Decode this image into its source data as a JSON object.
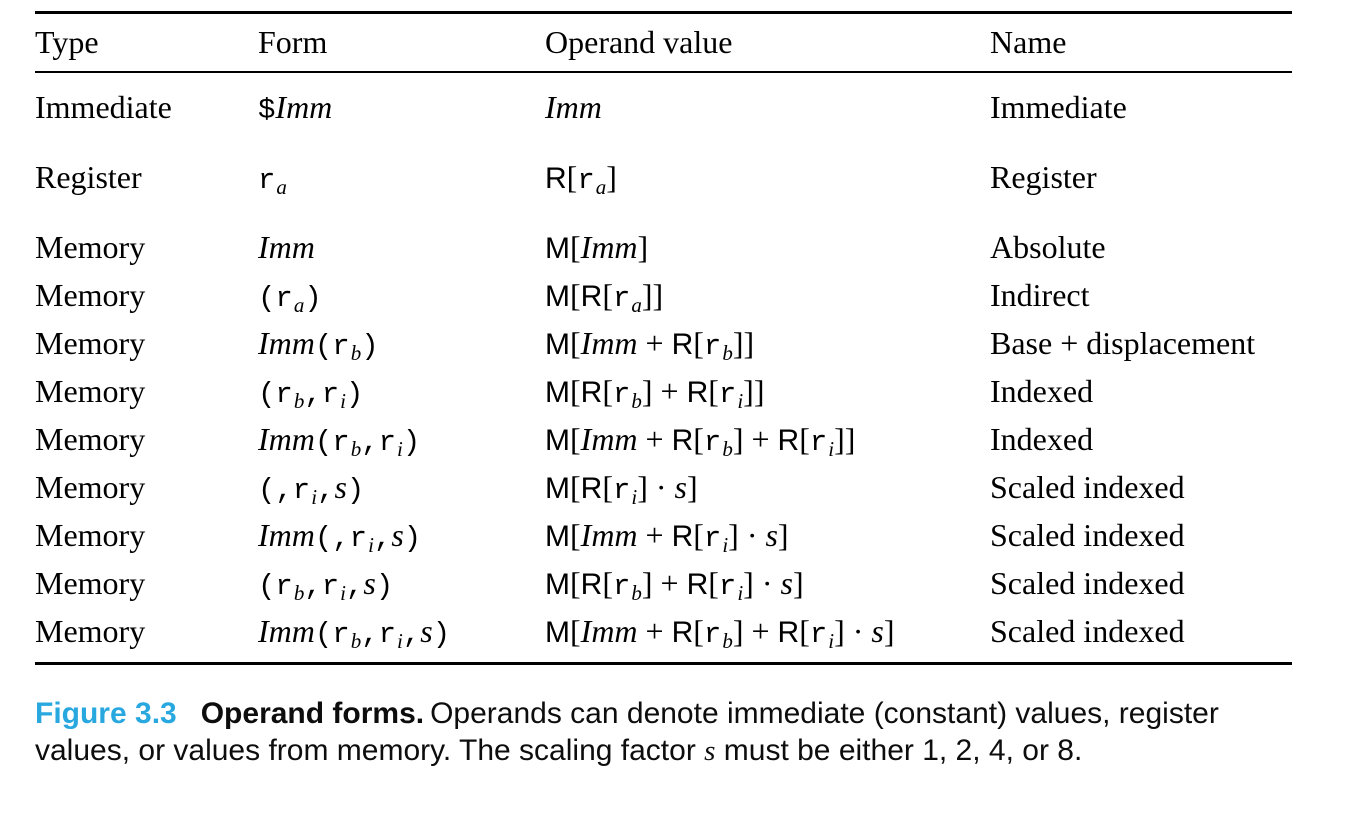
{
  "accent_color": "#29a8e0",
  "text_color": "#000000",
  "table": {
    "headers": [
      "Type",
      "Form",
      "Operand value",
      "Name"
    ],
    "rows": [
      {
        "type": "Immediate",
        "form": [
          {
            "st": "tt",
            "t": "$"
          },
          {
            "st": "it",
            "t": "Imm"
          }
        ],
        "value": [
          {
            "st": "it",
            "t": "Imm"
          }
        ],
        "name": "Immediate"
      },
      {
        "type": "Register",
        "form": [
          {
            "st": "tt",
            "t": "r"
          },
          {
            "st": "sub",
            "t": "a"
          }
        ],
        "value": [
          {
            "st": "sf",
            "t": "R"
          },
          {
            "st": "rm",
            "t": "["
          },
          {
            "st": "tt",
            "t": "r"
          },
          {
            "st": "sub",
            "t": "a"
          },
          {
            "st": "rm",
            "t": "]"
          }
        ],
        "name": "Register"
      },
      {
        "type": "Memory",
        "form": [
          {
            "st": "it",
            "t": "Imm"
          }
        ],
        "value": [
          {
            "st": "sf",
            "t": "M"
          },
          {
            "st": "rm",
            "t": "["
          },
          {
            "st": "it",
            "t": "Imm"
          },
          {
            "st": "rm",
            "t": "]"
          }
        ],
        "name": "Absolute"
      },
      {
        "type": "Memory",
        "form": [
          {
            "st": "tt",
            "t": "(r"
          },
          {
            "st": "sub",
            "t": "a"
          },
          {
            "st": "tt",
            "t": ")"
          }
        ],
        "value": [
          {
            "st": "sf",
            "t": "M"
          },
          {
            "st": "rm",
            "t": "["
          },
          {
            "st": "sf",
            "t": "R"
          },
          {
            "st": "rm",
            "t": "["
          },
          {
            "st": "tt",
            "t": "r"
          },
          {
            "st": "sub",
            "t": "a"
          },
          {
            "st": "rm",
            "t": "]]"
          }
        ],
        "name": "Indirect"
      },
      {
        "type": "Memory",
        "form": [
          {
            "st": "it",
            "t": "Imm"
          },
          {
            "st": "tt",
            "t": "(r"
          },
          {
            "st": "sub",
            "t": "b"
          },
          {
            "st": "tt",
            "t": ")"
          }
        ],
        "value": [
          {
            "st": "sf",
            "t": "M"
          },
          {
            "st": "rm",
            "t": "["
          },
          {
            "st": "it",
            "t": "Imm"
          },
          {
            "st": "rm",
            "t": " + "
          },
          {
            "st": "sf",
            "t": "R"
          },
          {
            "st": "rm",
            "t": "["
          },
          {
            "st": "tt",
            "t": "r"
          },
          {
            "st": "sub",
            "t": "b"
          },
          {
            "st": "rm",
            "t": "]]"
          }
        ],
        "name": "Base + displacement"
      },
      {
        "type": "Memory",
        "form": [
          {
            "st": "tt",
            "t": "(r"
          },
          {
            "st": "sub",
            "t": "b"
          },
          {
            "st": "tt",
            "t": ",r"
          },
          {
            "st": "sub",
            "t": "i"
          },
          {
            "st": "tt",
            "t": ")"
          }
        ],
        "value": [
          {
            "st": "sf",
            "t": "M"
          },
          {
            "st": "rm",
            "t": "["
          },
          {
            "st": "sf",
            "t": "R"
          },
          {
            "st": "rm",
            "t": "["
          },
          {
            "st": "tt",
            "t": "r"
          },
          {
            "st": "sub",
            "t": "b"
          },
          {
            "st": "rm",
            "t": "] + "
          },
          {
            "st": "sf",
            "t": "R"
          },
          {
            "st": "rm",
            "t": "["
          },
          {
            "st": "tt",
            "t": "r"
          },
          {
            "st": "sub",
            "t": "i"
          },
          {
            "st": "rm",
            "t": "]]"
          }
        ],
        "name": "Indexed"
      },
      {
        "type": "Memory",
        "form": [
          {
            "st": "it",
            "t": "Imm"
          },
          {
            "st": "tt",
            "t": "(r"
          },
          {
            "st": "sub",
            "t": "b"
          },
          {
            "st": "tt",
            "t": ",r"
          },
          {
            "st": "sub",
            "t": "i"
          },
          {
            "st": "tt",
            "t": ")"
          }
        ],
        "value": [
          {
            "st": "sf",
            "t": "M"
          },
          {
            "st": "rm",
            "t": "["
          },
          {
            "st": "it",
            "t": "Imm"
          },
          {
            "st": "rm",
            "t": " + "
          },
          {
            "st": "sf",
            "t": "R"
          },
          {
            "st": "rm",
            "t": "["
          },
          {
            "st": "tt",
            "t": "r"
          },
          {
            "st": "sub",
            "t": "b"
          },
          {
            "st": "rm",
            "t": "] + "
          },
          {
            "st": "sf",
            "t": "R"
          },
          {
            "st": "rm",
            "t": "["
          },
          {
            "st": "tt",
            "t": "r"
          },
          {
            "st": "sub",
            "t": "i"
          },
          {
            "st": "rm",
            "t": "]]"
          }
        ],
        "name": "Indexed"
      },
      {
        "type": "Memory",
        "form": [
          {
            "st": "tt",
            "t": "(,r"
          },
          {
            "st": "sub",
            "t": "i"
          },
          {
            "st": "tt",
            "t": ","
          },
          {
            "st": "it",
            "t": "s"
          },
          {
            "st": "tt",
            "t": ")"
          }
        ],
        "value": [
          {
            "st": "sf",
            "t": "M"
          },
          {
            "st": "rm",
            "t": "["
          },
          {
            "st": "sf",
            "t": "R"
          },
          {
            "st": "rm",
            "t": "["
          },
          {
            "st": "tt",
            "t": "r"
          },
          {
            "st": "sub",
            "t": "i"
          },
          {
            "st": "rm",
            "t": "] · "
          },
          {
            "st": "it",
            "t": "s"
          },
          {
            "st": "rm",
            "t": "]"
          }
        ],
        "name": "Scaled indexed"
      },
      {
        "type": "Memory",
        "form": [
          {
            "st": "it",
            "t": "Imm"
          },
          {
            "st": "tt",
            "t": "(,r"
          },
          {
            "st": "sub",
            "t": "i"
          },
          {
            "st": "tt",
            "t": ","
          },
          {
            "st": "it",
            "t": "s"
          },
          {
            "st": "tt",
            "t": ")"
          }
        ],
        "value": [
          {
            "st": "sf",
            "t": "M"
          },
          {
            "st": "rm",
            "t": "["
          },
          {
            "st": "it",
            "t": "Imm"
          },
          {
            "st": "rm",
            "t": " + "
          },
          {
            "st": "sf",
            "t": "R"
          },
          {
            "st": "rm",
            "t": "["
          },
          {
            "st": "tt",
            "t": "r"
          },
          {
            "st": "sub",
            "t": "i"
          },
          {
            "st": "rm",
            "t": "] · "
          },
          {
            "st": "it",
            "t": "s"
          },
          {
            "st": "rm",
            "t": "]"
          }
        ],
        "name": "Scaled indexed"
      },
      {
        "type": "Memory",
        "form": [
          {
            "st": "tt",
            "t": "(r"
          },
          {
            "st": "sub",
            "t": "b"
          },
          {
            "st": "tt",
            "t": ",r"
          },
          {
            "st": "sub",
            "t": "i"
          },
          {
            "st": "tt",
            "t": ","
          },
          {
            "st": "it",
            "t": "s"
          },
          {
            "st": "tt",
            "t": ")"
          }
        ],
        "value": [
          {
            "st": "sf",
            "t": "M"
          },
          {
            "st": "rm",
            "t": "["
          },
          {
            "st": "sf",
            "t": "R"
          },
          {
            "st": "rm",
            "t": "["
          },
          {
            "st": "tt",
            "t": "r"
          },
          {
            "st": "sub",
            "t": "b"
          },
          {
            "st": "rm",
            "t": "] + "
          },
          {
            "st": "sf",
            "t": "R"
          },
          {
            "st": "rm",
            "t": "["
          },
          {
            "st": "tt",
            "t": "r"
          },
          {
            "st": "sub",
            "t": "i"
          },
          {
            "st": "rm",
            "t": "] · "
          },
          {
            "st": "it",
            "t": "s"
          },
          {
            "st": "rm",
            "t": "]"
          }
        ],
        "name": "Scaled indexed"
      },
      {
        "type": "Memory",
        "form": [
          {
            "st": "it",
            "t": "Imm"
          },
          {
            "st": "tt",
            "t": "(r"
          },
          {
            "st": "sub",
            "t": "b"
          },
          {
            "st": "tt",
            "t": ",r"
          },
          {
            "st": "sub",
            "t": "i"
          },
          {
            "st": "tt",
            "t": ","
          },
          {
            "st": "it",
            "t": "s"
          },
          {
            "st": "tt",
            "t": ")"
          }
        ],
        "value": [
          {
            "st": "sf",
            "t": "M"
          },
          {
            "st": "rm",
            "t": "["
          },
          {
            "st": "it",
            "t": "Imm"
          },
          {
            "st": "rm",
            "t": " + "
          },
          {
            "st": "sf",
            "t": "R"
          },
          {
            "st": "rm",
            "t": "["
          },
          {
            "st": "tt",
            "t": "r"
          },
          {
            "st": "sub",
            "t": "b"
          },
          {
            "st": "rm",
            "t": "] + "
          },
          {
            "st": "sf",
            "t": "R"
          },
          {
            "st": "rm",
            "t": "["
          },
          {
            "st": "tt",
            "t": "r"
          },
          {
            "st": "sub",
            "t": "i"
          },
          {
            "st": "rm",
            "t": "] · "
          },
          {
            "st": "it",
            "t": "s"
          },
          {
            "st": "rm",
            "t": "]"
          }
        ],
        "name": "Scaled indexed"
      }
    ]
  },
  "caption": {
    "label": "Figure 3.3",
    "title": "Operand forms.",
    "body": [
      {
        "st": "cap",
        "t": "Operands can denote immediate (constant) values, register values, or values from memory. The scaling factor "
      },
      {
        "st": "mathit",
        "t": "s"
      },
      {
        "st": "cap",
        "t": " must be either 1, 2, 4, or 8."
      }
    ]
  }
}
